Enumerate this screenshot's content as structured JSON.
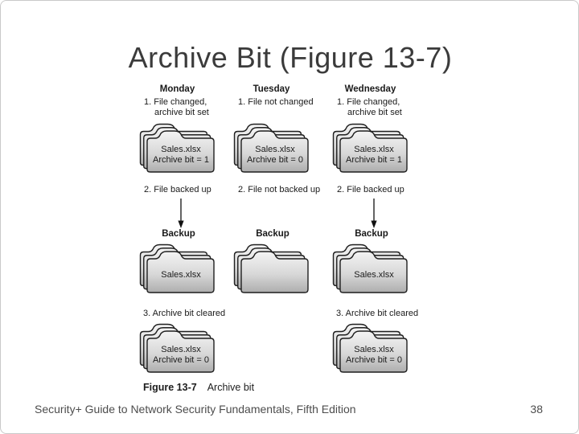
{
  "slide": {
    "title": "Archive Bit (Figure 13-7)",
    "figure_caption_label": "Figure 13-7",
    "figure_caption_text": "Archive bit",
    "footer_text": "Security+ Guide to Network Security Fundamentals, Fifth Edition",
    "page_number": "38"
  },
  "diagram": {
    "columns": [
      {
        "day": "Monday",
        "step1_line1": "1. File changed,",
        "step1_line2": "archive bit set",
        "folder1": {
          "file": "Sales.xlsx",
          "bit": "Archive bit = 1"
        },
        "step2": "2. File backed up",
        "has_arrow": true,
        "backup_label": "Backup",
        "folder2": {
          "file": "Sales.xlsx",
          "bit": ""
        },
        "step3": "3. Archive bit cleared",
        "folder3": {
          "file": "Sales.xlsx",
          "bit": "Archive bit = 0"
        }
      },
      {
        "day": "Tuesday",
        "step1_line1": "1. File not changed",
        "step1_line2": "",
        "folder1": {
          "file": "Sales.xlsx",
          "bit": "Archive bit = 0"
        },
        "step2": "2. File not backed up",
        "has_arrow": false,
        "backup_label": "Backup",
        "folder2": {
          "file": "",
          "bit": ""
        }
      },
      {
        "day": "Wednesday",
        "step1_line1": "1. File changed,",
        "step1_line2": "archive bit set",
        "folder1": {
          "file": "Sales.xlsx",
          "bit": "Archive bit = 1"
        },
        "step2": "2. File backed up",
        "has_arrow": true,
        "backup_label": "Backup",
        "folder2": {
          "file": "Sales.xlsx",
          "bit": ""
        },
        "step3": "3. Archive bit cleared",
        "folder3": {
          "file": "Sales.xlsx",
          "bit": "Archive bit = 0"
        }
      }
    ]
  },
  "icons": {
    "folder": "stacked-folder",
    "arrow": "down-arrow"
  },
  "colors": {
    "folder_fill_top": "#f4f4f4",
    "folder_fill_bottom": "#adadad",
    "outline": "#1f1f1f",
    "title_text": "#3b3b3b",
    "footer_text": "#4d4d4d"
  }
}
